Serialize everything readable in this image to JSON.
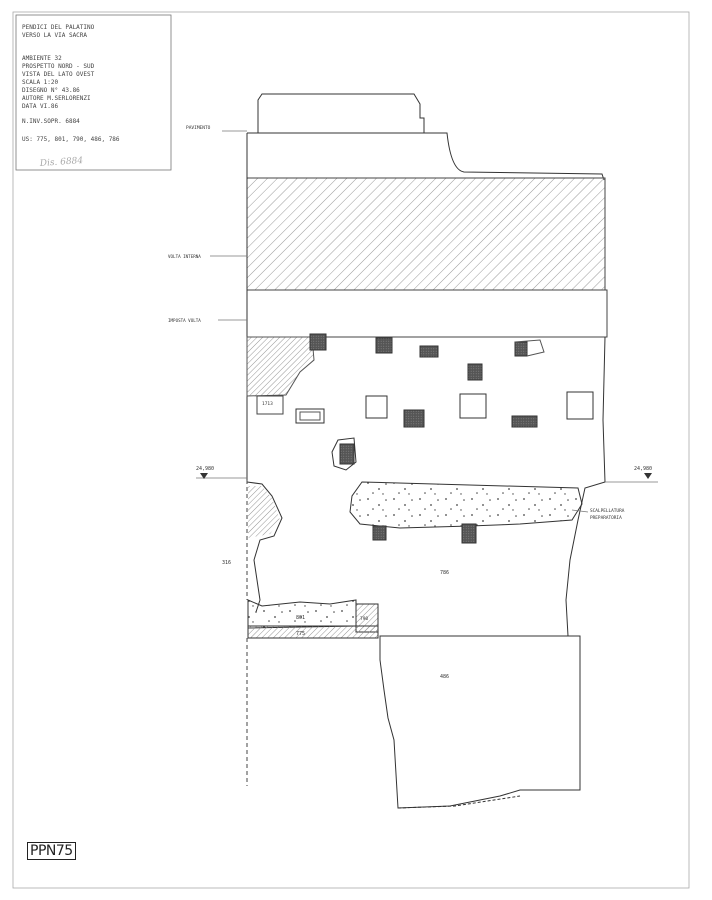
{
  "title_block": {
    "line1": "PENDICI DEL PALATINO",
    "line2": "VERSO LA VIA SACRA",
    "ambiente": "AMBIENTE  32",
    "prospetto": "PROSPETTO  NORD - SUD",
    "vista": "VISTA DEL LATO OVEST",
    "scala": "SCALA  1:20",
    "disegno": "DISEGNO N° 43.86",
    "autore": "AUTORE   M.SERLORENZI",
    "data": "DATA    VI.86",
    "ninv": "N.INV.SOPR. 6884",
    "us": "US: 775, 801, 790, 486, 786",
    "handwritten": "Dis. 6884"
  },
  "labels": {
    "pavimento": "PAVIMENTO",
    "volta": "VOLTA INTERNA",
    "imposta": "IMPOSTA VOLTA",
    "level_left": "24,980",
    "level_right": "24,980",
    "scalpellatura_1": "SCALPELLATURA",
    "scalpellatura_2": "PREPARATORIA",
    "us_316": "316",
    "us_786": "786",
    "us_801": "801",
    "us_775": "775",
    "us_790": "790",
    "us_486": "486",
    "us_1713": "1713"
  },
  "archive_code": "PPN75"
}
